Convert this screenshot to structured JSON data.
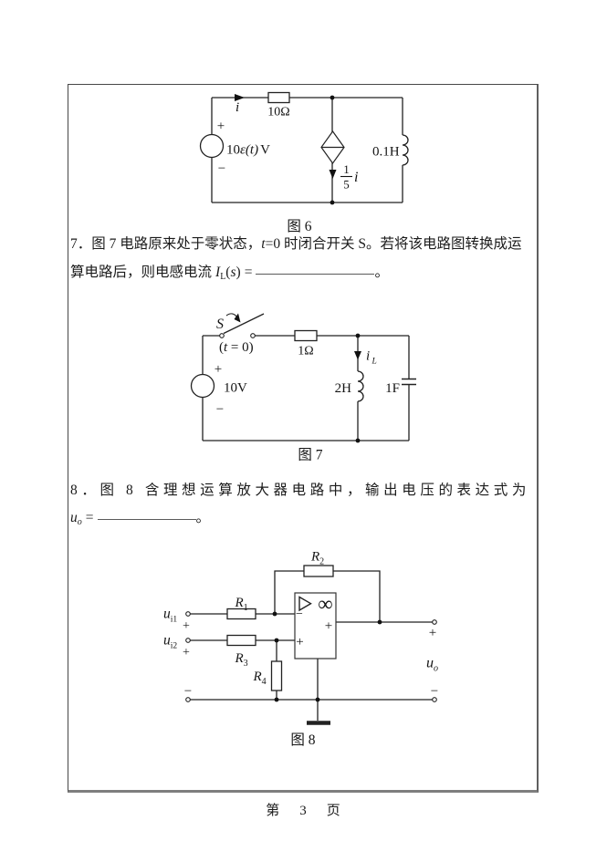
{
  "figure6": {
    "caption": "图 6",
    "current_label": "i",
    "resistor_label": "10Ω",
    "plus": "+",
    "minus": "−",
    "source_prefix": "10",
    "source_eps": "ε(t)",
    "source_unit": "V",
    "frac_num": "1",
    "frac_den": "5",
    "frac_var": "i",
    "inductor_label": "0.1H"
  },
  "question7": {
    "number": "7．",
    "line1a": "图 7 电路原来处于零状态，",
    "line1_var": "t",
    "line1b": "=0 时闭合开关 S。若将该电路图转换成运",
    "line2a": "算电路后，则电感电流",
    "var_main": "I",
    "var_sub": "L",
    "var_po": "(",
    "var_s": "s",
    "var_pc": ")",
    "equals": "=",
    "period": "。"
  },
  "figure7": {
    "caption": "图 7",
    "switch_label": "S",
    "time_po": "(",
    "time_var": "t",
    "time_rest": " = 0)",
    "resistor_label": "1Ω",
    "il_main": "i",
    "il_sub": "L",
    "plus": "+",
    "source_label": "10V",
    "minus": "−",
    "inductor_label": "2H",
    "capacitor_label": "1F"
  },
  "question8": {
    "number": "8．",
    "line1": "图 8 含理想运算放大器电路中，输出电压的表达式为",
    "var_main": "u",
    "var_sub": "o",
    "equals": "=",
    "period": "。"
  },
  "figure8": {
    "caption": "图 8",
    "r1_main": "R",
    "r1_sub": "1",
    "r2_main": "R",
    "r2_sub": "2",
    "r3_main": "R",
    "r3_sub": "3",
    "r4_main": "R",
    "r4_sub": "4",
    "ui1_main": "u",
    "ui1_sub": "i1",
    "ui2_main": "u",
    "ui2_sub": "i2",
    "uo_main": "u",
    "uo_sub": "o",
    "opamp_gain": "∞",
    "inv_sign": "−",
    "noninv_sign": "+",
    "out_sign": "+",
    "ui1_plus": "+",
    "ui2_plus": "+",
    "uo_plus": "+",
    "gnd_left_minus": "−",
    "gnd_right_minus": "−"
  },
  "footer": {
    "prefix": "第",
    "page_number": "3",
    "suffix": "页"
  }
}
